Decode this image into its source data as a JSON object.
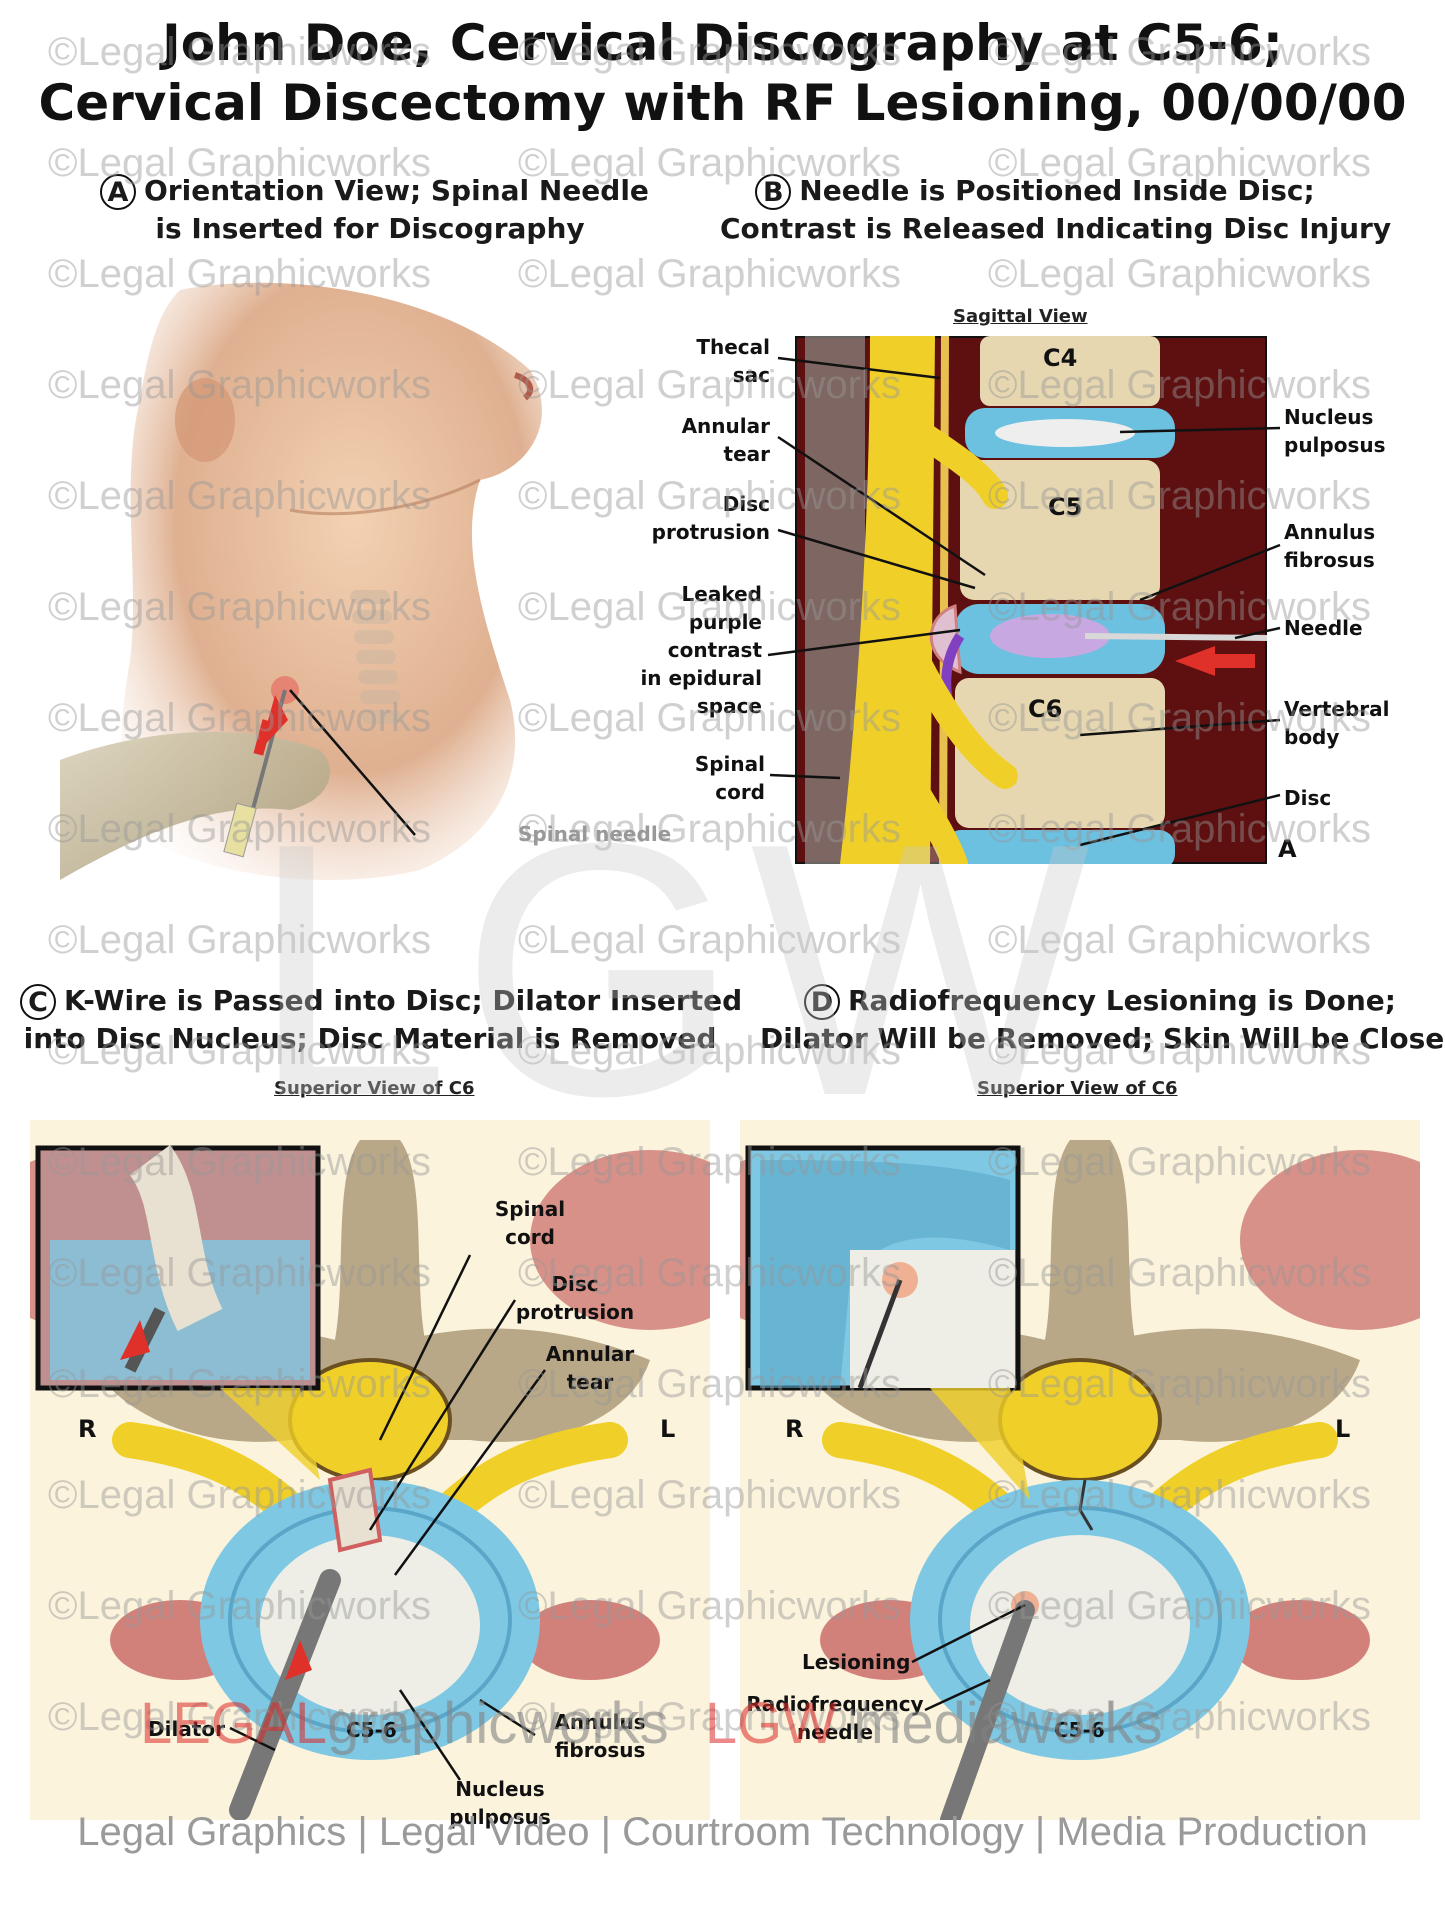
{
  "title": {
    "line1": "John Doe, Cervical Discography at C5-6;",
    "line2": "Cervical Discectomy with RF Lesioning, 00/00/00"
  },
  "panels": {
    "a": {
      "letter": "A",
      "caption_line1": "Orientation View; Spinal Needle",
      "caption_line2": "is Inserted for Discography",
      "labels": {
        "spinal_needle": "Spinal\nneedle"
      }
    },
    "b": {
      "letter": "B",
      "caption_line1": "Needle is Positioned Inside Disc;",
      "caption_line2": "Contrast is Released Indicating Disc Injury",
      "view_label": "Sagittal View",
      "corner_letter": "A",
      "vertebrae": [
        "C4",
        "C5",
        "C6"
      ],
      "labels": {
        "thecal_sac": "Thecal\nsac",
        "annular_tear": "Annular\ntear",
        "disc_protrusion": "Disc\nprotrusion",
        "leaked_contrast": "Leaked\npurple\ncontrast\nin epidural\nspace",
        "spinal_cord": "Spinal\ncord",
        "nucleus_pulposus": "Nucleus\npulposus",
        "annulus_fibrosus": "Annulus\nfibrosus",
        "needle": "Needle",
        "vertebral_body": "Vertebral\nbody",
        "disc": "Disc"
      }
    },
    "c": {
      "letter": "C",
      "caption_line1": "K-Wire is Passed into Disc; Dilator Inserted",
      "caption_line2": "into Disc Nucleus; Disc Material is Removed",
      "view_label": "Superior View of C6",
      "side_right": "R",
      "side_left": "L",
      "level": "C5-6",
      "labels": {
        "spinal_cord": "Spinal\ncord",
        "disc_protrusion": "Disc\nprotrusion",
        "annular_tear": "Annular\ntear",
        "dilator": "Dilator",
        "annulus_fibrosus": "Annulus\nfibrosus",
        "nucleus_pulposus": "Nucleus\npulposus"
      }
    },
    "d": {
      "letter": "D",
      "caption_line1": "Radiofrequency Lesioning is Done;",
      "caption_line2": "Dilator Will be Removed; Skin Will be Closed",
      "view_label": "Superior View of C6",
      "side_right": "R",
      "side_left": "L",
      "level": "C5-6",
      "labels": {
        "lesioning": "Lesioning",
        "rf_needle": "Radiofrequency\nneedle"
      }
    }
  },
  "watermark": "©Legal Graphicworks",
  "big_watermark": "LGW",
  "brand": {
    "part1": "LEGAL",
    "part2": "graphicworks",
    "part3": "LGW",
    "part4": "mediaworks"
  },
  "footer": "Legal Graphics | Legal Video | Courtroom Technology | Media Production",
  "colors": {
    "disc_blue": "#7ec8e3",
    "cord_yellow": "#f2d22e",
    "tissue_red": "#6e1414",
    "bone": "#e8dcc0",
    "arrow_red": "#e0302a"
  }
}
